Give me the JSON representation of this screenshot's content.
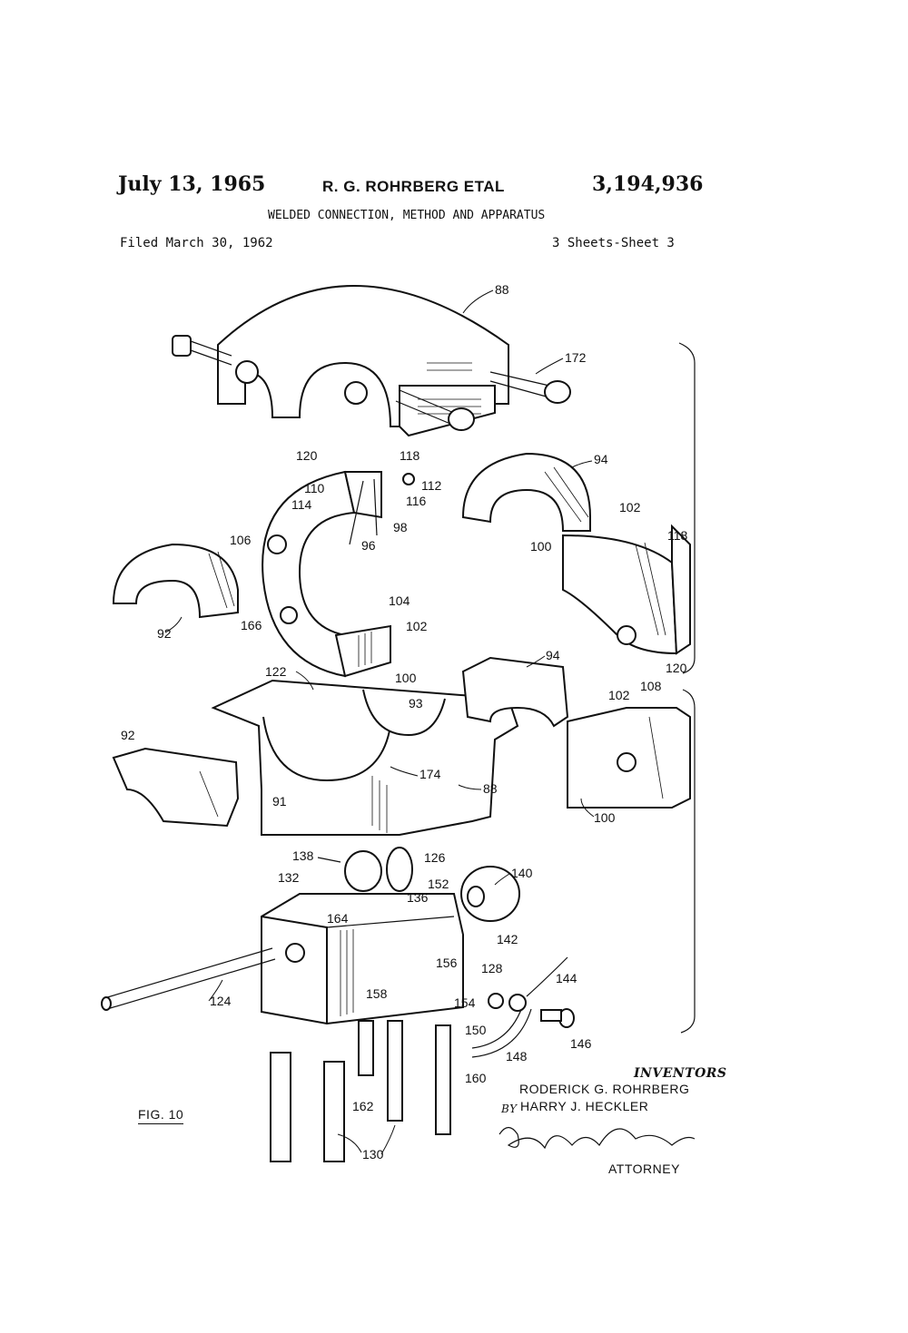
{
  "header": {
    "date": "July 13, 1965",
    "inventors_short": "R. G. ROHRBERG ETAL",
    "patent_number": "3,194,936",
    "title": "WELDED CONNECTION, METHOD AND APPARATUS",
    "filed": "Filed March 30, 1962",
    "sheets": "3 Sheets-Sheet 3"
  },
  "figure": {
    "label": "FIG. 10",
    "reference_numerals": [
      "88",
      "172",
      "120",
      "118",
      "110",
      "112",
      "114",
      "116",
      "98",
      "96",
      "106",
      "94",
      "102",
      "118",
      "100",
      "92",
      "104",
      "166",
      "102",
      "100",
      "94",
      "122",
      "108",
      "102",
      "93",
      "120",
      "92",
      "174",
      "88",
      "91",
      "100",
      "138",
      "126",
      "140",
      "132",
      "152",
      "136",
      "164",
      "142",
      "156",
      "128",
      "144",
      "158",
      "154",
      "124",
      "150",
      "146",
      "148",
      "160",
      "162",
      "130"
    ]
  },
  "signature_block": {
    "heading": "INVENTORS",
    "inventor_1": "RODERICK G. ROHRBERG",
    "inventor_2": "HARRY J. HECKLER",
    "by": "BY",
    "role": "ATTORNEY"
  }
}
